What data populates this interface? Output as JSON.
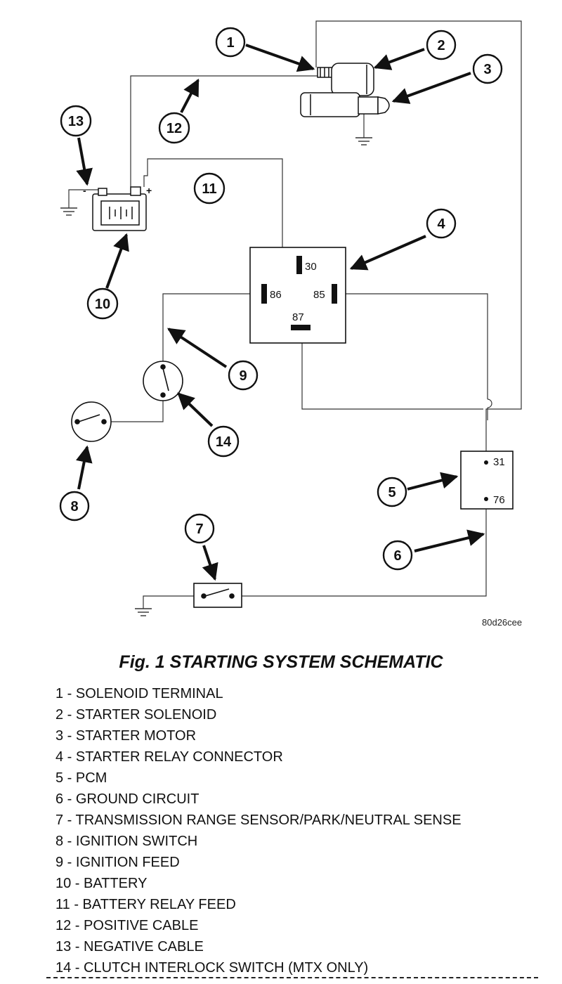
{
  "figure": {
    "title": "Fig. 1 STARTING SYSTEM SCHEMATIC",
    "reference_code": "80d26cee"
  },
  "relay_pins": {
    "pin30": "30",
    "pin86": "86",
    "pin85": "85",
    "pin87": "87"
  },
  "pcm_pins": {
    "pin31": "31",
    "pin76": "76"
  },
  "battery_terminals": {
    "positive": "+",
    "negative": "-"
  },
  "callouts": [
    "1",
    "2",
    "3",
    "4",
    "5",
    "6",
    "7",
    "8",
    "9",
    "10",
    "11",
    "12",
    "13",
    "14"
  ],
  "legend": [
    "1 - SOLENOID TERMINAL",
    "2 - STARTER SOLENOID",
    "3 - STARTER MOTOR",
    "4 - STARTER RELAY CONNECTOR",
    "5 - PCM",
    "6 - GROUND CIRCUIT",
    "7 - TRANSMISSION RANGE SENSOR/PARK/NEUTRAL SENSE",
    "8 - IGNITION SWITCH",
    "9 - IGNITION FEED",
    "10 - BATTERY",
    "11 - BATTERY RELAY FEED",
    "12 - POSITIVE CABLE",
    "13 - NEGATIVE CABLE",
    "14 - CLUTCH INTERLOCK SWITCH (MTX ONLY)"
  ]
}
